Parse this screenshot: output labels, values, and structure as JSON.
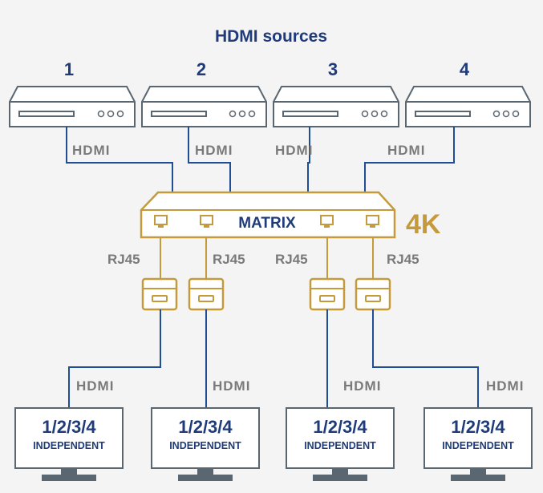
{
  "title": "HDMI sources",
  "sources": [
    {
      "number": "1",
      "cable_label": "HDMI"
    },
    {
      "number": "2",
      "cable_label": "HDMI"
    },
    {
      "number": "3",
      "cable_label": "HDMI"
    },
    {
      "number": "4",
      "cable_label": "HDMI"
    }
  ],
  "matrix": {
    "label": "MATRIX",
    "resolution_badge": "4K"
  },
  "link_labels": [
    "RJ45",
    "RJ45",
    "RJ45",
    "RJ45"
  ],
  "displays": [
    {
      "inputs": "1/2/3/4",
      "mode": "INDEPENDENT",
      "cable_label": "HDMI"
    },
    {
      "inputs": "1/2/3/4",
      "mode": "INDEPENDENT",
      "cable_label": "HDMI"
    },
    {
      "inputs": "1/2/3/4",
      "mode": "INDEPENDENT",
      "cable_label": "HDMI"
    },
    {
      "inputs": "1/2/3/4",
      "mode": "INDEPENDENT",
      "cable_label": "HDMI"
    }
  ],
  "colors": {
    "brand_blue": "#1f3b7a",
    "wire_blue": "#1f4e96",
    "gold": "#c49a3c",
    "device_gray": "#5b6770",
    "label_gray": "#7a7a7a"
  }
}
